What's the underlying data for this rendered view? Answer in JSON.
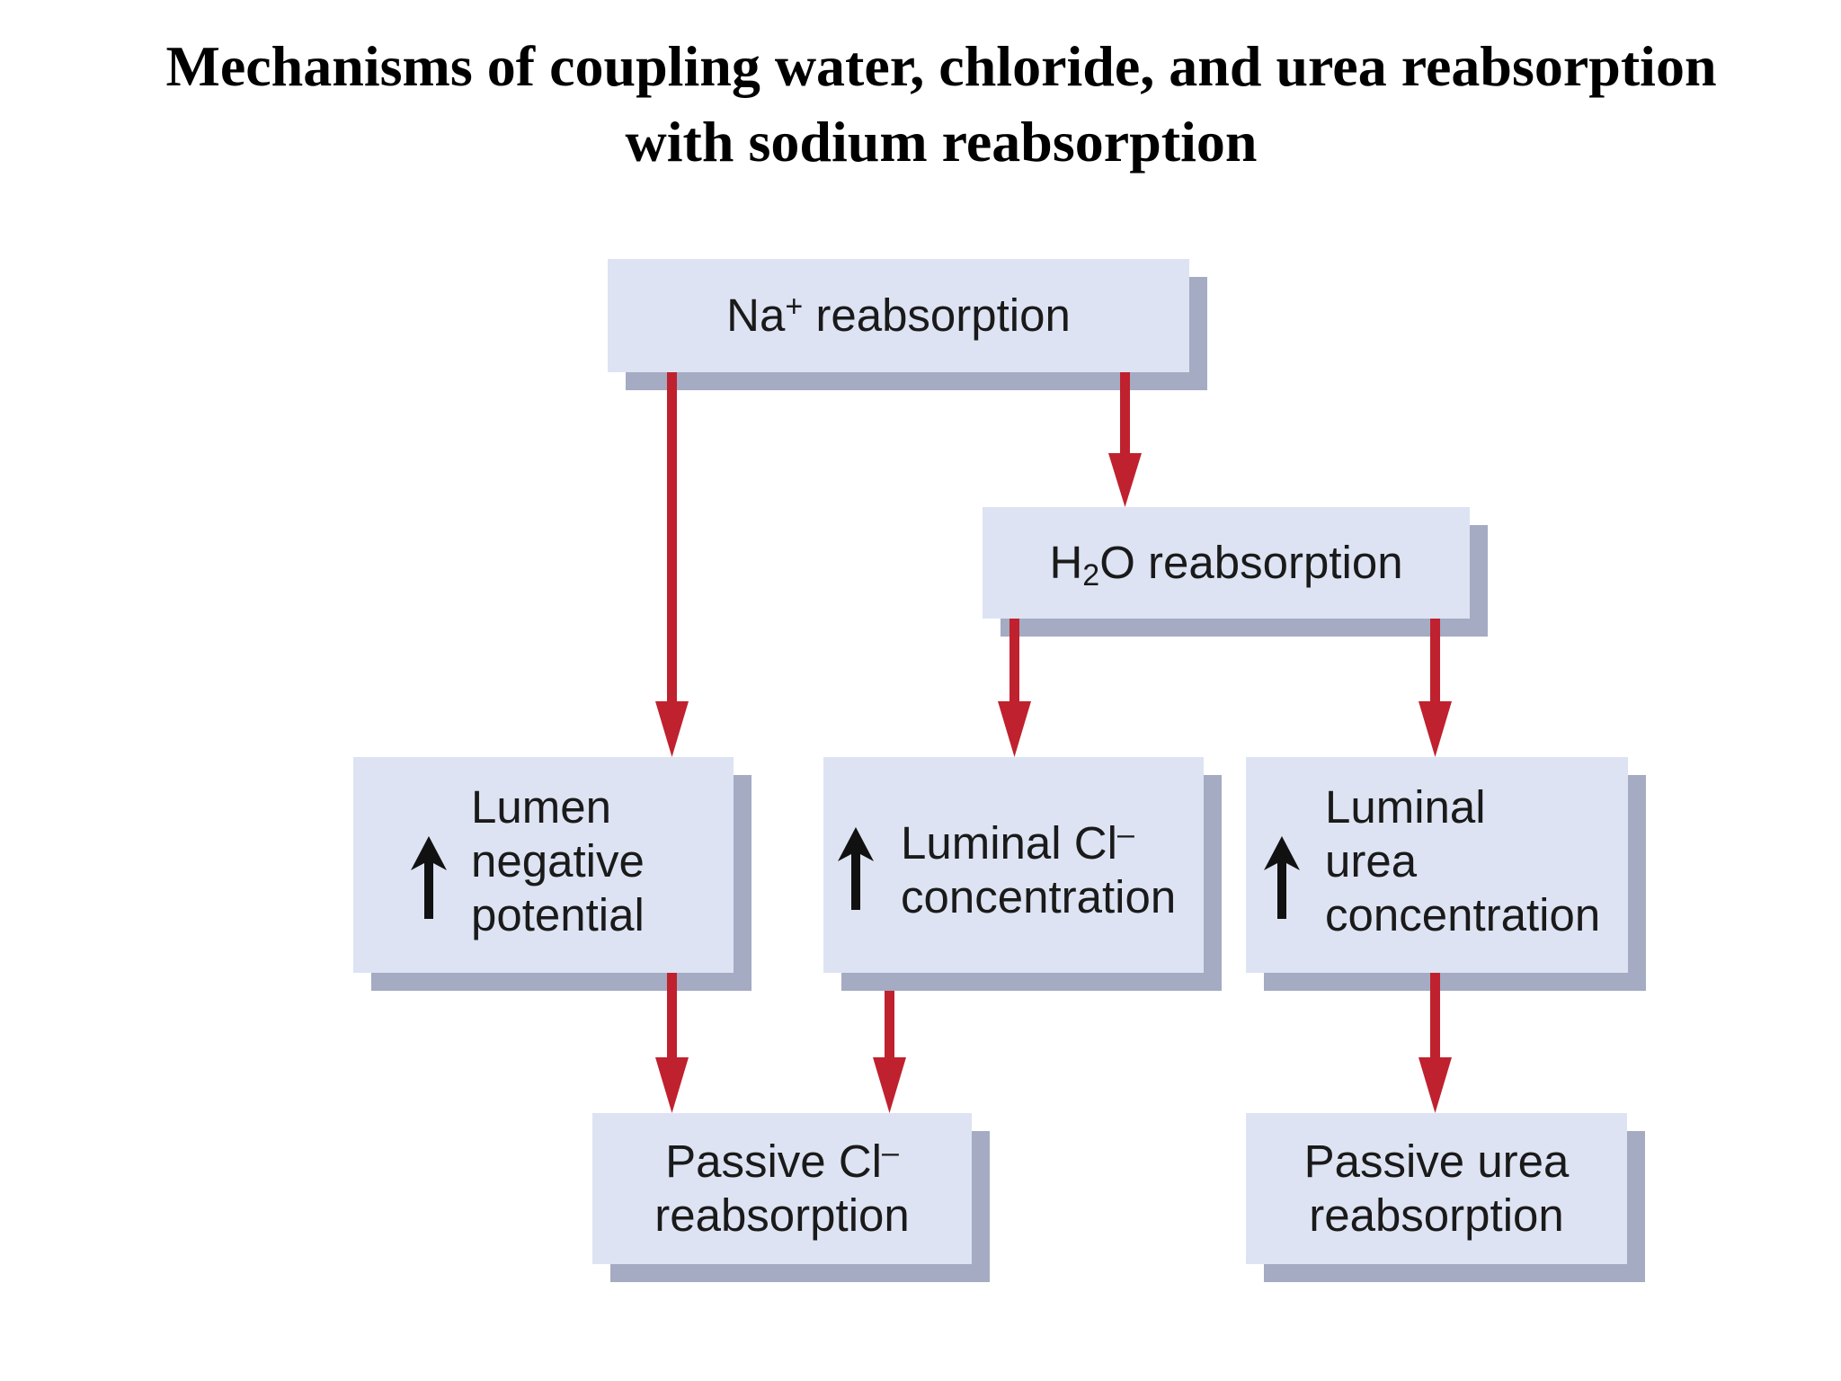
{
  "title": {
    "line1": "Mechanisms of coupling water, chloride, and urea reabsorption",
    "line2": "with sodium reabsorption"
  },
  "nodes": {
    "na": {
      "pre": "Na",
      "sup": "+",
      "post": " reabsorption"
    },
    "h2o": {
      "pre": "H",
      "sub": "2",
      "post": "O reabsorption"
    },
    "lumen": {
      "line1": "Lumen",
      "line2": "negative",
      "line3": "potential",
      "icon": "up-arrow-icon"
    },
    "cl_conc": {
      "line1_pre": "Luminal Cl",
      "line1_sup": "–",
      "line2": "concentration",
      "icon": "up-arrow-icon"
    },
    "urea_conc": {
      "line1": "Luminal",
      "line2": "urea",
      "line3": "concentration",
      "icon": "up-arrow-icon"
    },
    "passive_cl": {
      "line1_pre": "Passive Cl",
      "line1_sup": "–",
      "line2": "reabsorption"
    },
    "passive_urea": {
      "line1": "Passive urea",
      "line2": "reabsorption"
    }
  },
  "colors": {
    "box_fill": "#dde3f2",
    "box_shadow": "#a4abc3",
    "arrow": "#c0212e",
    "text": "#1a1a1a"
  }
}
